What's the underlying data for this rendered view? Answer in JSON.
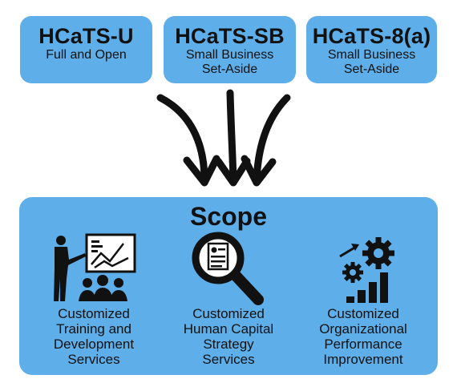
{
  "contract_vehicles": [
    {
      "title": "HCaTS-U",
      "subtitle": "Full and Open"
    },
    {
      "title": "HCaTS-SB",
      "subtitle": "Small Business\nSet-Aside"
    },
    {
      "title": "HCaTS-8(a)",
      "subtitle": "Small Business\nSet-Aside"
    }
  ],
  "scope": {
    "title": "Scope",
    "services": [
      {
        "label": "Customized\nTraining and\nDevelopment\nServices",
        "icon": "presentation-icon"
      },
      {
        "label": "Customized\nHuman Capital\nStrategy\nServices",
        "icon": "magnifier-document-icon"
      },
      {
        "label": "Customized\nOrganizational\nPerformance\nImprovement",
        "icon": "gears-growth-chart-icon"
      }
    ]
  },
  "colors": {
    "box_fill": "#5daee9",
    "ink": "#111111"
  }
}
